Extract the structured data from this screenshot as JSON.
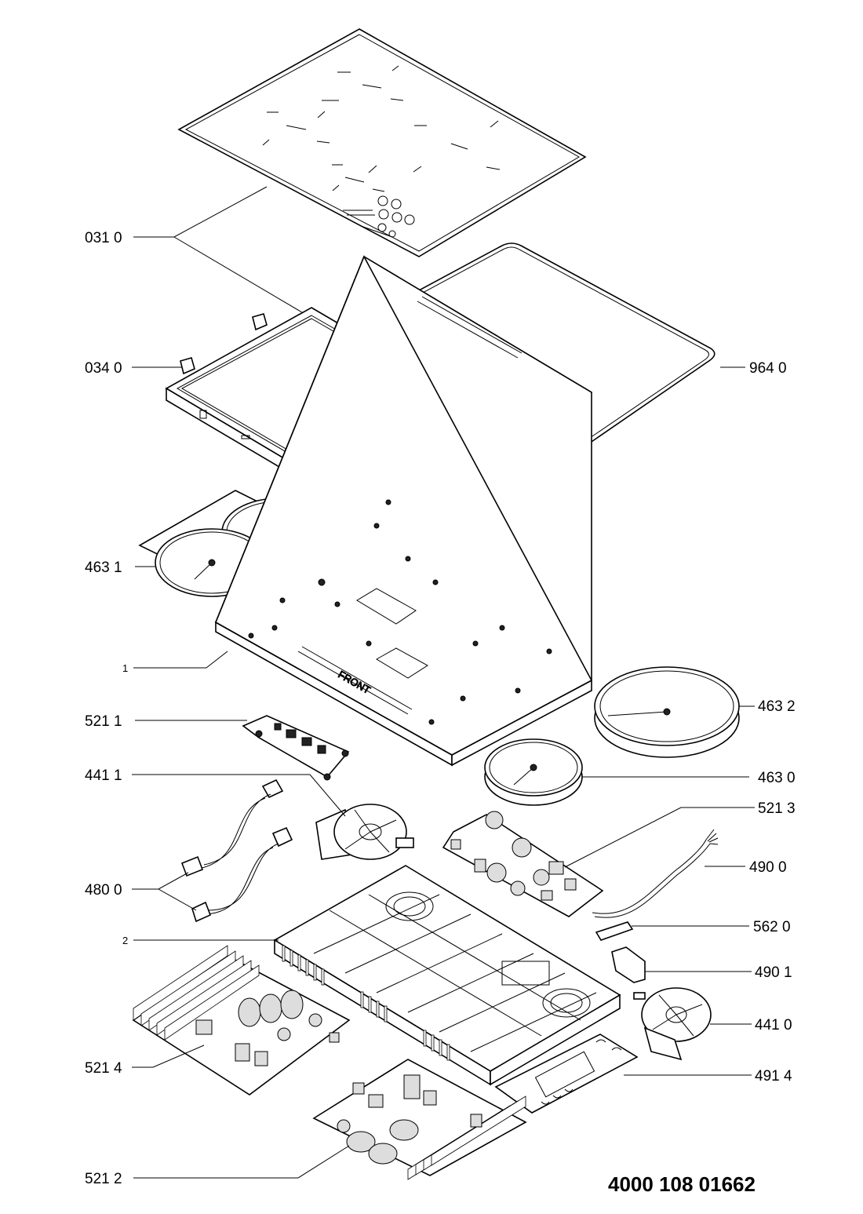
{
  "drawing_number": "4000 108 01662",
  "labels": {
    "l0310": "031 0",
    "l0340": "034 0",
    "l9640": "964 0",
    "l4631": "463 1",
    "l1": "1",
    "l4632": "463 2",
    "l5211": "521 1",
    "l4411": "441 1",
    "l4630": "463 0",
    "l5213": "521 3",
    "l4900": "490 0",
    "l4800": "480 0",
    "l5620": "562 0",
    "l2": "2",
    "l4901": "490 1",
    "l4410": "441 0",
    "l5214": "521 4",
    "l4914": "491 4",
    "l5212": "521 2"
  },
  "glass_markings": {
    "front": "FRONT"
  }
}
